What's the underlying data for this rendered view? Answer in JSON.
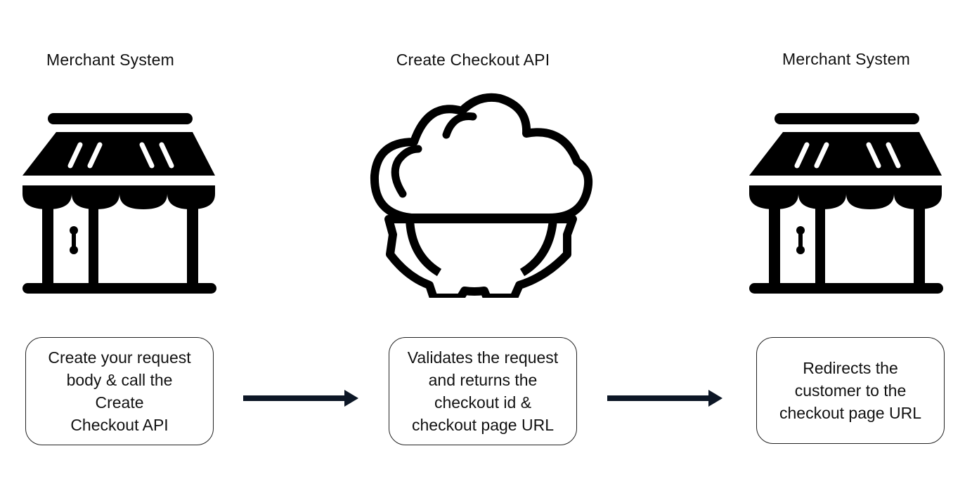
{
  "columns": [
    {
      "title": "Merchant System",
      "icon": "storefront-icon",
      "lines": [
        "Create your request",
        "body & call the",
        "Create",
        "Checkout API"
      ]
    },
    {
      "title": "Create Checkout API",
      "icon": "cloud-gear-icon",
      "lines": [
        "Validates the request",
        "and returns the",
        "checkout id &",
        "checkout page URL"
      ]
    },
    {
      "title": "Merchant System",
      "icon": "storefront-icon",
      "lines": [
        "Redirects the",
        "customer to the",
        "checkout page URL"
      ]
    }
  ],
  "colors": {
    "stroke": "#000000",
    "arrow": "#0d1726",
    "border": "#222222"
  }
}
